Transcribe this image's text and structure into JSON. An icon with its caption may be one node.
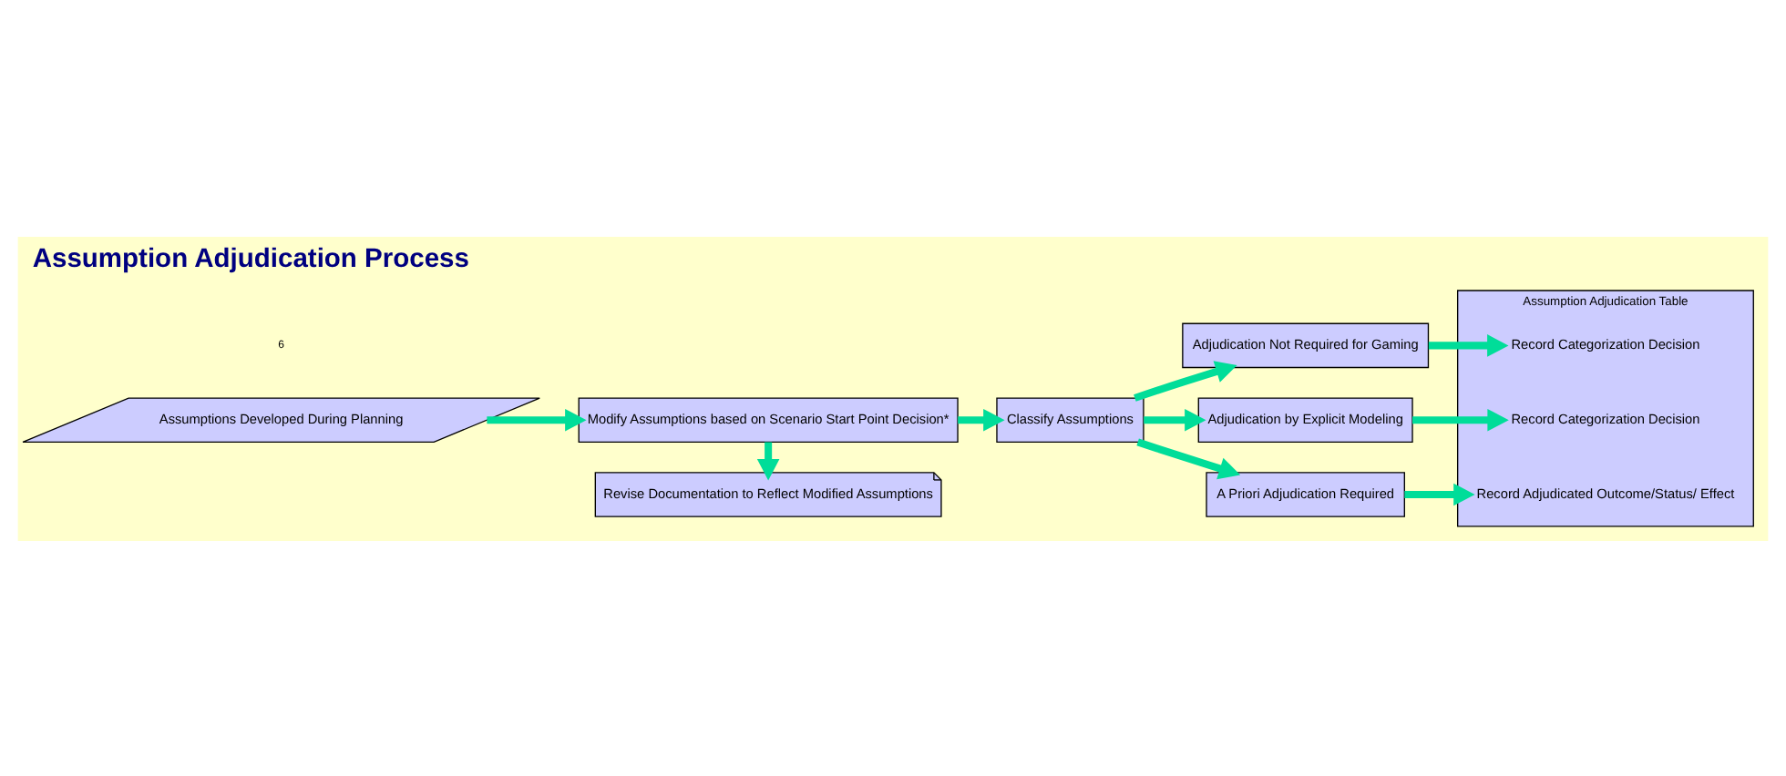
{
  "diagram": {
    "title": "Assumption Adjudication Process",
    "nodes": [
      {
        "text": [
          "Assumptions Developed During Planning"
        ]
      },
      {
        "text": [
          "Modify Assumptions based on Scenario Start Point Decision*"
        ]
      },
      {
        "text": [
          "Revise Documentation to Reflect Modified Assumptions"
        ]
      },
      {
        "text": [
          "Classify Assumptions"
        ]
      },
      {
        "text": [
          "Adjudication Not Required for Gaming"
        ]
      },
      {
        "text": [
          "Adjudication by Explicit Modeling"
        ]
      },
      {
        "text": [
          "A Priori Adjudication Required"
        ]
      },
      {
        "text": [
          "Assumption Adjudication Table"
        ]
      },
      {
        "text": [
          "Record Categorization Decision"
        ],
        "in": 7
      },
      {
        "text": [
          "Record Categorization Decision"
        ],
        "in": 7
      },
      {
        "text": [
          "Record Adjudicated Outcome/Status/ Effect"
        ],
        "in": 7
      }
    ],
    "edges": [
      {
        "from": 0,
        "to": 1,
        "arrow": "to"
      },
      {
        "from": 1,
        "to": 3,
        "arrow": "to"
      },
      {
        "from": 1,
        "to": 2,
        "arrow": "to"
      },
      {
        "from": 3,
        "to": 4,
        "arrow": "to"
      },
      {
        "from": 3,
        "to": 5,
        "arrow": "to"
      },
      {
        "from": 3,
        "to": 6,
        "arrow": "to"
      },
      {
        "from": 4,
        "to": 8,
        "arrow": "to"
      },
      {
        "from": 5,
        "to": 9,
        "arrow": "to"
      },
      {
        "from": 6,
        "to": 10,
        "arrow": "to"
      }
    ],
    "labels": [
      "6"
    ]
  }
}
